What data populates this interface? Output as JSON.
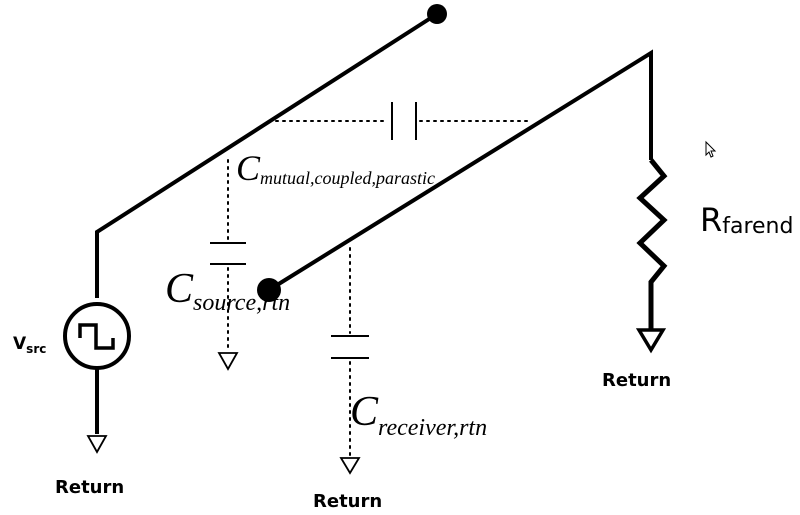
{
  "colors": {
    "ink": "#000000",
    "background": "#ffffff"
  },
  "icons": [
    "square-wave-source-icon",
    "ground-arrow-icon",
    "resistor-icon",
    "capacitor-icon",
    "cursor-icon"
  ],
  "sources": {
    "vsrc": {
      "label_main": "V",
      "label_sub": "src"
    }
  },
  "resistors": {
    "farend": {
      "label_main": "R",
      "label_sub": "farend"
    }
  },
  "capacitors": {
    "mutual": {
      "label_main": "C",
      "label_sub": "mutual,coupled,parastic"
    },
    "source": {
      "label_main": "C",
      "label_sub": "source,rtn"
    },
    "receiver": {
      "label_main": "C",
      "label_sub": "receiver,rtn"
    }
  },
  "grounds": {
    "vsrc": "Return",
    "receiver": "Return",
    "farend": "Return"
  }
}
